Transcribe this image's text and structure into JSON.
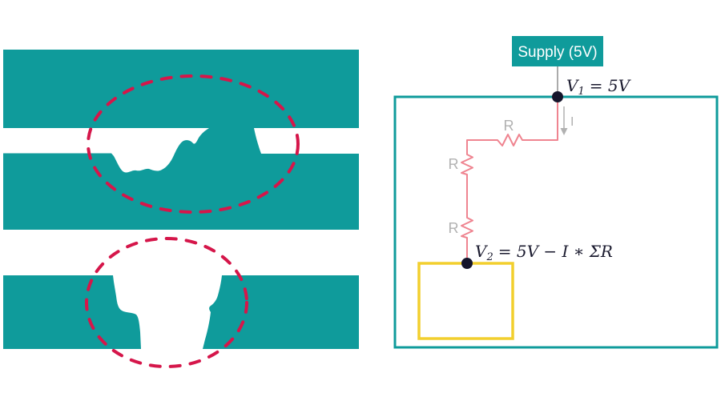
{
  "colors": {
    "teal": "#0f9b9b",
    "red_dashed": "#d5164a",
    "pink": "#ef8490",
    "yellow": "#f2cf2e",
    "gray": "#b1b1b1",
    "wire_gray": "#8f8f8f",
    "node": "#15152b",
    "text_dark": "#1b1b2f",
    "white": "#ffffff"
  },
  "circuit": {
    "supply_label": "Supply (5V)",
    "v1": {
      "var": "V",
      "sub": "1",
      "rest": "= 5V"
    },
    "v2": {
      "var": "V",
      "sub": "2",
      "rest": "= 5V − I ∗ ΣR"
    },
    "current_label": "I",
    "resistor_labels": [
      "R",
      "R",
      "R"
    ]
  }
}
